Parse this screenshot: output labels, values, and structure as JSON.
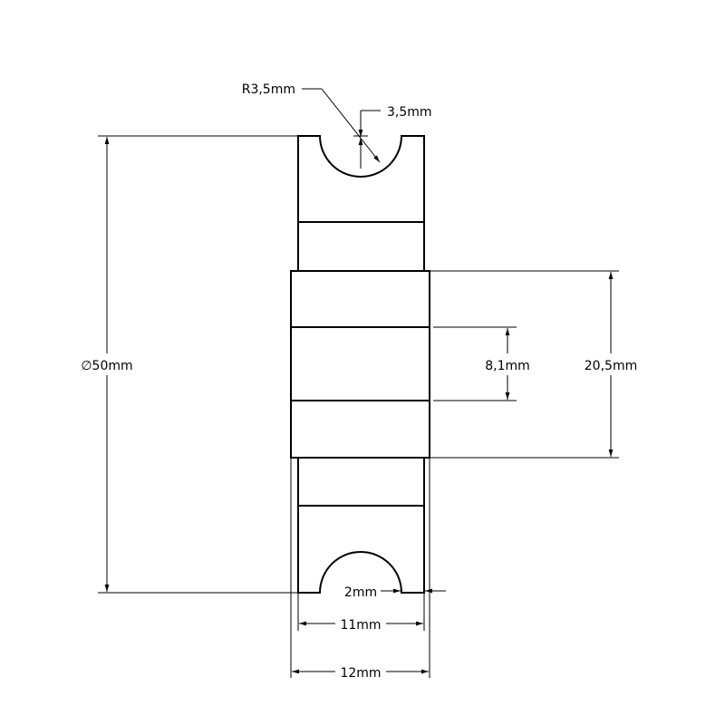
{
  "labels": {
    "groove_radius": "R3,5mm",
    "groove_depth": "3,5mm",
    "outer_diameter": "∅50mm",
    "bore_diameter": "8,1mm",
    "bearing_diameter": "20,5mm",
    "flange_width": "2mm",
    "wheel_width": "11mm",
    "bearing_width": "12mm"
  },
  "colors": {
    "line": "#000000",
    "background": "#ffffff"
  }
}
